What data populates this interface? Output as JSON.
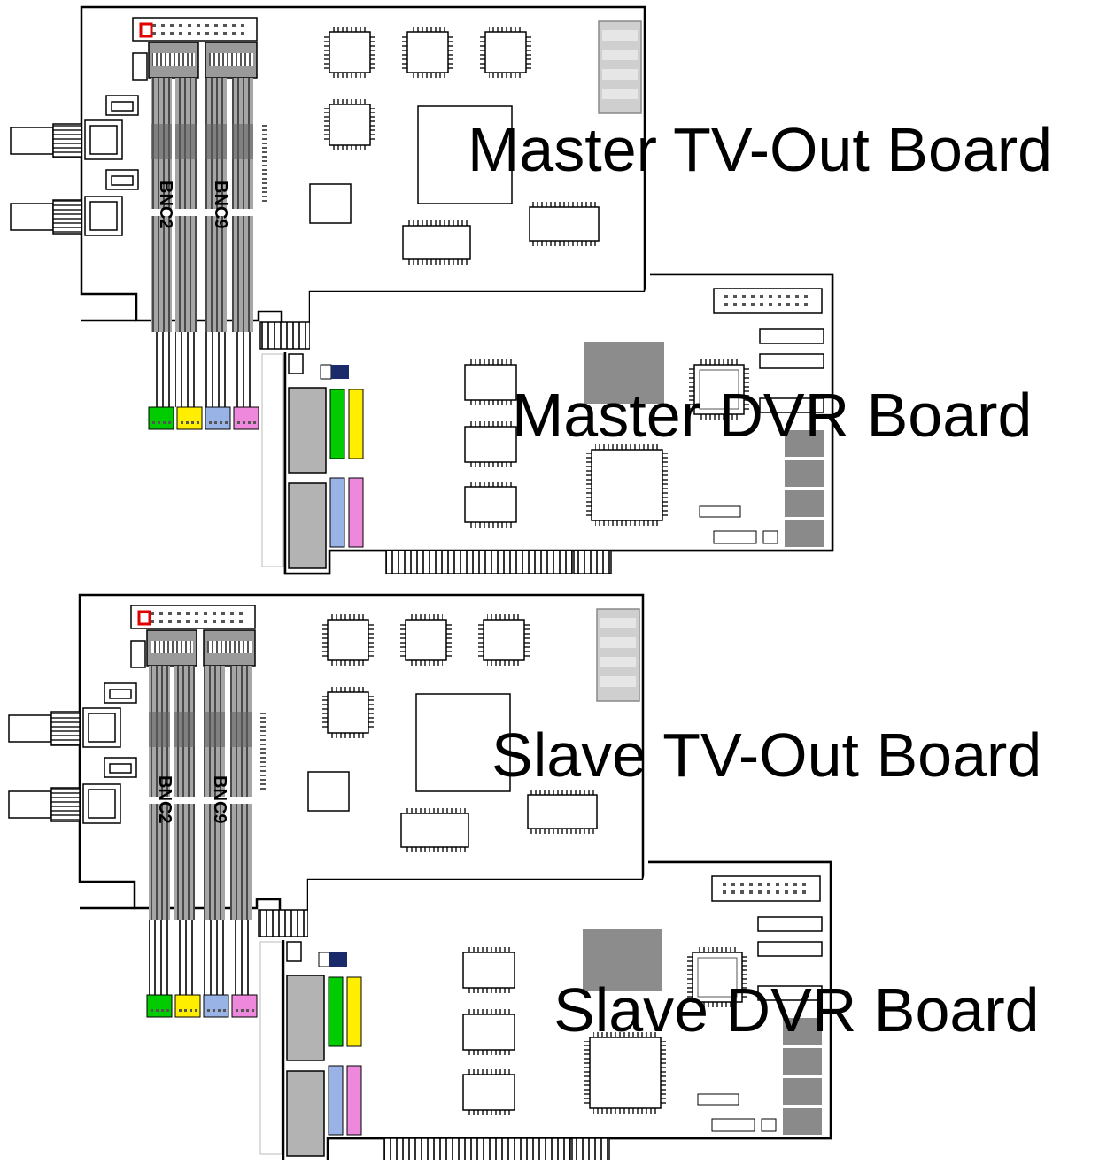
{
  "labels": {
    "master_tvout": "Master TV-Out Board",
    "master_dvr": "Master DVR Board",
    "slave_tvout": "Slave TV-Out Board",
    "slave_dvr": "Slave DVR Board"
  },
  "cable_labels": {
    "master_bnc2": "BNC2",
    "master_bnc9": "BNC9",
    "slave_bnc2": "BNC2",
    "slave_bnc9": "BNC9"
  },
  "colors": {
    "outline": "#000000",
    "chip_fill": "#ffffff",
    "cable_gray": "#a6a6a6",
    "cable_dark": "#606060",
    "heatsink": "#8c8c8c",
    "connector_green": "#00cc00",
    "connector_yellow": "#ffee00",
    "connector_blue": "#99b3e6",
    "connector_pink": "#ee88dd",
    "jumper_red": "#e00000",
    "jumper_navy": "#1a2a6a"
  }
}
